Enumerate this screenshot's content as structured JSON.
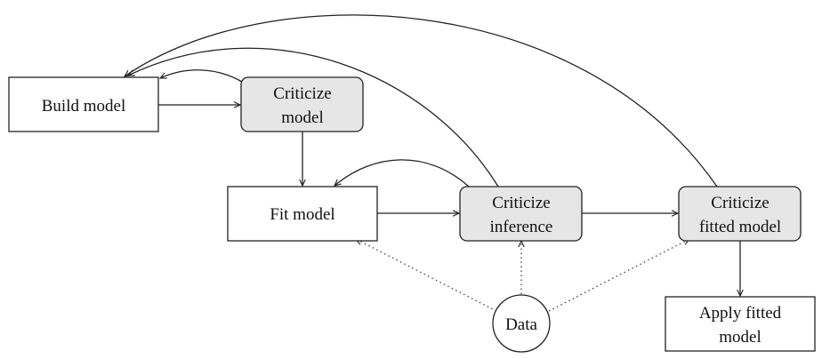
{
  "nodes": {
    "build_model": {
      "lines": [
        "Build model"
      ]
    },
    "criticize_model": {
      "lines": [
        "Criticize",
        "model"
      ]
    },
    "fit_model": {
      "lines": [
        "Fit model"
      ]
    },
    "criticize_inference": {
      "lines": [
        "Criticize",
        "inference"
      ]
    },
    "criticize_fitted_model": {
      "lines": [
        "Criticize",
        "fitted model"
      ]
    },
    "apply_fitted_model": {
      "lines": [
        "Apply fitted",
        "model"
      ]
    },
    "data": {
      "lines": [
        "Data"
      ]
    }
  },
  "colors": {
    "plain_box_fill": "#ffffff",
    "critique_box_fill": "#e6e6e6",
    "stroke": "#222222"
  }
}
